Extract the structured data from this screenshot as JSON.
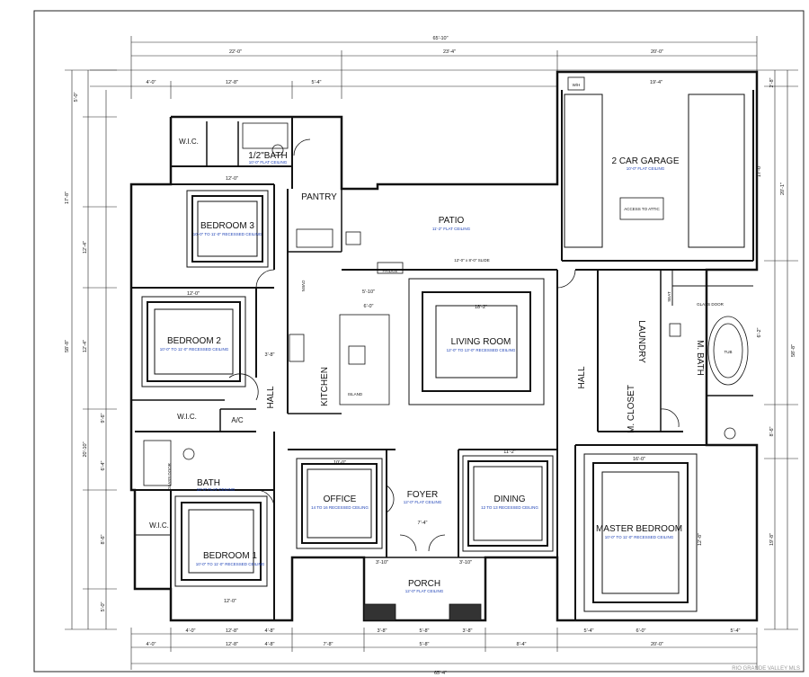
{
  "dimensions": {
    "overall_top": "65'-10\"",
    "overall_bottom": "65'-4\"",
    "top_segments": [
      "22'-0\"",
      "23'-4\"",
      "20'-0\""
    ],
    "top_sub": [
      "4'-0\"",
      "12'-8\"",
      "5'-4\""
    ],
    "garage_width": "19'-4\"",
    "right_side": [
      "2'-8\"",
      "17'-0\"",
      "20'-1\"",
      "6'-2\"",
      "8'-6\"",
      "19'-8\"",
      "12'-8\"",
      "58'-8\""
    ],
    "left_side": [
      "5'-0\"",
      "17'-8\"",
      "12'-4\"",
      "12'-4\"",
      "20'-10\"",
      "9'-6\"",
      "6'-4\"",
      "8'-6\"",
      "5'-0\"",
      "58'-8\""
    ],
    "bottom_segments": [
      "4'-0\"",
      "12'-8\"",
      "4'-8\"",
      "7'-8\"",
      "5'-8\"",
      "8'-4\"",
      "20'-0\""
    ],
    "bottom_sub": [
      "4'-0\"",
      "12'-8\"",
      "4'-8\"",
      "3'-8\"",
      "5'-8\"",
      "3'-8\"",
      "5'-4\"",
      "6'-0\"",
      "5'-4\""
    ]
  },
  "rooms": {
    "wic_top": "W.I.C.",
    "half_bath": "1/2\"BATH",
    "half_bath_ceiling": "10'-0\" FLAT CEILING",
    "pantry": "PANTRY",
    "bedroom3": "BEDROOM 3",
    "bedroom3_ceiling": "10'-0\" TO 11'-0\" RECESSED CEILING",
    "patio": "PATIO",
    "patio_ceiling": "11'-2\" FLAT CEILING",
    "garage": "2 CAR GARAGE",
    "garage_ceiling": "10'-0\" FLAT CEILING",
    "attic": "ACCESS TO ATTIC",
    "wh": "W/H",
    "bedroom2": "BEDROOM 2",
    "bedroom2_ceiling": "10'-0\" TO 11'-0\" RECESSED CEILING",
    "kitchen": "KITCHEN",
    "island": "ISLAND",
    "living": "LIVING ROOM",
    "living_ceiling": "12'-0\" TO 13'-0\" RECESSED CEILING",
    "hall_left": "HALL",
    "hall_right": "HALL",
    "laundry": "LAUNDRY",
    "m_closet": "M. CLOSET",
    "m_bath": "M. BATH",
    "tub": "TUB",
    "seat": "SEAT",
    "glass_door": "GLASS DOOR",
    "wic_mid": "W.I.C.",
    "ac": "A/C",
    "bath": "BATH",
    "bath_ceiling": "10'-0\" FLAT CEILING",
    "glass_door_left": "GLASS DOOR",
    "office": "OFFICE",
    "office_ceiling": "14 TO 16 RECESSED CEILING",
    "foyer": "FOYER",
    "foyer_ceiling": "12'-0\" FLAT CEILING",
    "dining": "DINING",
    "dining_ceiling": "12 TO 13 RECESSED CEILING",
    "master_bedroom": "MASTER BEDROOM",
    "master_ceiling": "10'-0\" TO 11'-0\" RECESSED CEILING",
    "wic_bottom": "W.I.C.",
    "bedroom1": "BEDROOM 1",
    "bedroom1_ceiling": "10'-0\" TO 11'-0\" RECESSED CEILING",
    "porch": "PORCH",
    "porch_ceiling": "12'-0\" FLAT CEILING",
    "fridge": "FRIDGE",
    "oven": "OVEN",
    "slide": "12'-0\" x 8'-0\" SLIDE"
  },
  "inner_dims": {
    "br3_w": "12'-0\"",
    "br2_w": "12'-0\"",
    "br1_w": "12'-0\"",
    "living_w": "18'-2\"",
    "office_w": "10'-0\"",
    "dining_w": "11'-2\"",
    "master_w": "16'-0\"",
    "foyer_w": "7'-4\"",
    "kitchen_a": "5'-10\"",
    "kitchen_b": "6'-0\"",
    "hall_w": "3'-8\"",
    "porch_a": "3'-10\"",
    "porch_b": "3'-10\""
  },
  "watermark": "RIO GRANDE VALLEY MLS"
}
